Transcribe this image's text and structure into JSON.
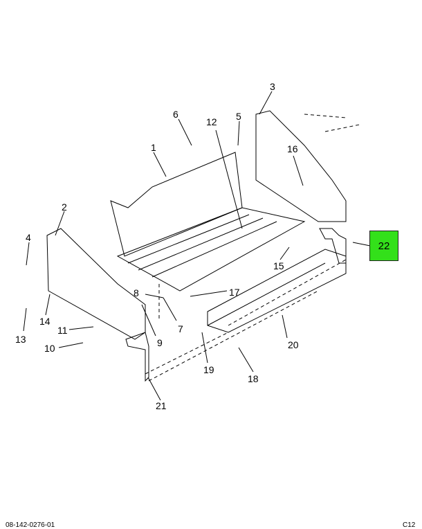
{
  "callouts": [
    "1",
    "2",
    "3",
    "4",
    "5",
    "6",
    "7",
    "8",
    "9",
    "10",
    "11",
    "12",
    "13",
    "14",
    "15",
    "16",
    "17",
    "18",
    "19",
    "20",
    "21"
  ],
  "highlighted_callout": "22",
  "highlight_color": "#33e01a",
  "footer": {
    "left": "08-142-0276-01",
    "right": "C12"
  }
}
